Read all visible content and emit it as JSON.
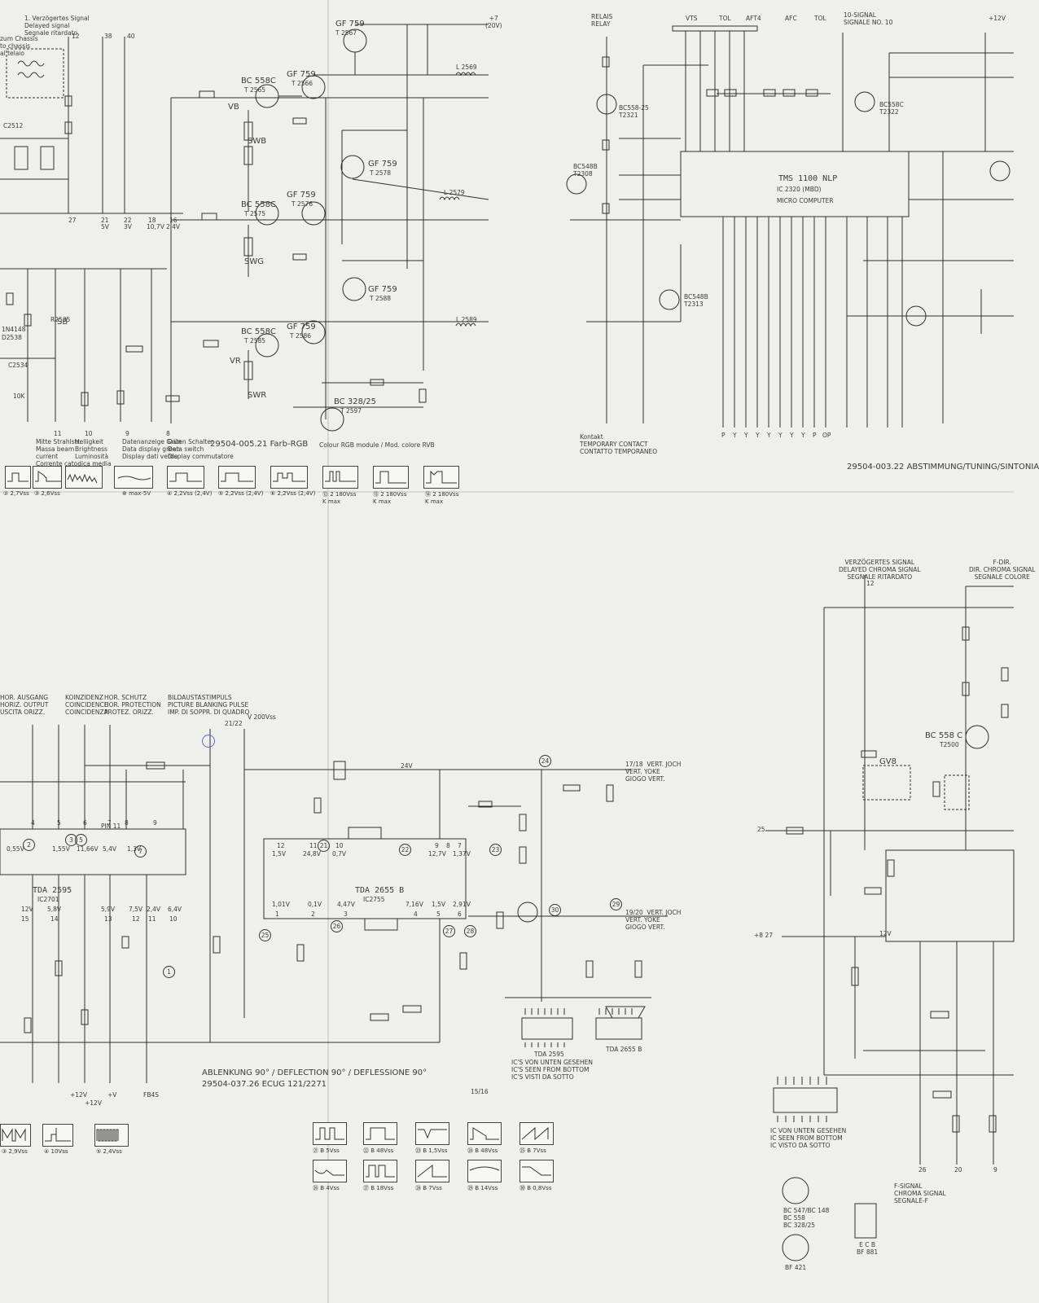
{
  "colors": {
    "paper": "#efefec",
    "ink": "#2a2a2a",
    "marker_ring": "#5a6fc4"
  },
  "top_left": {
    "delayed_signal": "1. Verzögertes Signal\nDelayed signal\nSegnale ritardato",
    "pins_top": [
      "12",
      "38",
      "40"
    ],
    "chassis_note": "zum Chassis\nto chassis\nal telaio",
    "pin_row": [
      "27",
      "21",
      "22",
      "18",
      "16"
    ],
    "pin_row_volts": [
      "",
      "5V",
      "3V",
      "10,7V",
      "2,4V"
    ],
    "left_refs": [
      "C2512",
      "R2535",
      "SB",
      "1N4148",
      "D2538",
      "C2534",
      "10K"
    ],
    "bottom_caps": [
      "Mitte Strahlstr.\nMassa beam\ncurrent\nCorrente catodica media",
      "Helligkeit\nBrightness\nLuminosità",
      "Datenanzeige Grün\nData display green\nDisplay dati verde",
      "Daten Schalter\nData switch\nDisplay commutatore"
    ],
    "pin_labels": [
      "11",
      "10",
      "9",
      "8"
    ],
    "transistors": [
      {
        "type": "GF 759",
        "ref": "T 2567"
      },
      {
        "type": "BC 558C",
        "ref": "T 2565"
      },
      {
        "type": "GF 759",
        "ref": "T 2566"
      },
      {
        "type": "GF 759",
        "ref": "T 2578"
      },
      {
        "type": "BC 558C",
        "ref": "T 2575"
      },
      {
        "type": "GF 759",
        "ref": "T 2576"
      },
      {
        "type": "GF 759",
        "ref": "T 2588"
      },
      {
        "type": "BC 558C",
        "ref": "T 2585"
      },
      {
        "type": "GF 759",
        "ref": "T 2586"
      },
      {
        "type": "BC 328/25",
        "ref": "T 2597"
      }
    ],
    "adjusters": [
      "VB",
      "SWB",
      "SWG",
      "VR",
      "SWR"
    ],
    "coils": [
      "L 2569",
      "L 2579",
      "L 2589"
    ],
    "supply": "+7\n(20V)",
    "title": "29504-005.21  Farb-RGB",
    "subtitle": "Colour RGB module / Mod. colore RVB",
    "scope_caps": [
      "② 2,7Vss",
      "③ 2,6Vss",
      "⊕ max-5V",
      "④ 2,2Vss (2,4V)",
      "⑤ 2,2Vss (2,4V)",
      "⑥ 2,2Vss (2,4V)",
      "⑫ 2 180Vss\nK max",
      "⑬ 2 180Vss\nK max",
      "⑭ 2 180Vss\nK max"
    ]
  },
  "top_right": {
    "ic": "TMS 1100 NLP",
    "ic_ref": "IC 2320 (MBD)",
    "ic_sub": "MICRO COMPUTER",
    "header_labels": [
      "RELAIS\nRELAY",
      "VTS",
      "TOL",
      "AFT4",
      "AFC",
      "TOL",
      "10-SIGNAL\nSIGNALE NO. 10",
      "+12V"
    ],
    "transistors": [
      "BC558-25\nT2321",
      "BC548B\nT2308",
      "BC558C\nT2322",
      "BC548B\nT2313"
    ],
    "bottom_pins": [
      "P",
      "Y",
      "Y",
      "Y",
      "Y",
      "Y",
      "Y",
      "Y",
      "P",
      "OP"
    ],
    "contact_note": "Kontakt\nTEMPORARY CONTACT\nCONTATTO TEMPORANEO",
    "title": "29504-003.22 ABSTIMMUNG/TUNING/SINTONIA"
  },
  "bottom_left": {
    "headers": [
      "HOR. AUSGANG\nHORIZ. OUTPUT\nUSCITA ORIZZ.",
      "KOINZIDENZ\nCOINCIDENCE\nCOINCIDENZA",
      "HOR. SCHUTZ\nHOR. PROTECTION\nPROTEZ. ORIZZ.",
      "BILDAUSTASTIMPULS\nPICTURE BLANKING PULSE\nIMP. DI SOPPR. DI QUADRO"
    ],
    "vsupply": "V 200Vss",
    "pin_21_22": "21/22",
    "ic1": "TDA 2595",
    "ic1_ref": "IC2701",
    "ic1_pins_top": [
      "4",
      "5",
      "6",
      "7",
      "8",
      "9"
    ],
    "ic1_pins_top_v": [
      "0,55V",
      "",
      "1,55V",
      "11,66V",
      "5,4V",
      "1,3V"
    ],
    "ic1_pins_bottom": [
      "15",
      "14",
      "13",
      "12",
      "11",
      "10"
    ],
    "ic1_pins_bottom_v": [
      "12V",
      "5,8V",
      "5,9V",
      "7,5V",
      "2,4V",
      "6,4V"
    ],
    "ic2": "TDA 2655 B",
    "ic2_ref": "IC2755",
    "ic2_pins_top": [
      "12",
      "11",
      "10",
      "9",
      "8",
      "7"
    ],
    "ic2_pins_top_v": [
      "1,5V",
      "24,8V",
      "0,7V",
      "12,7V",
      "",
      "1,37V"
    ],
    "ic2_pins_bottom": [
      "1",
      "2",
      "3",
      "4",
      "5",
      "6"
    ],
    "ic2_pins_bottom_v": [
      "1,01V",
      "0,1V",
      "4,47V",
      "7,16V",
      "1,5V",
      "2,91V"
    ],
    "supply_24v": "24V",
    "vert_top": "17/18  VERT. JOCH\nVERT. YOKE\nGIOGO VERT.",
    "vert_bottom": "19/20  VERT. JOCH\nVERT. YOKE\nGIOGO VERT.",
    "circled": [
      "24",
      "21",
      "22",
      "23",
      "25",
      "26",
      "27",
      "28",
      "29",
      "30",
      "1",
      "2",
      "3",
      "4",
      "5",
      "7"
    ],
    "pin_line": "PIN 11",
    "pins_bottom": [
      "+12V",
      "+V",
      "+12V",
      "FB4S"
    ],
    "title_line1": "ABLENKUNG 90° / DEFLECTION 90° / DEFLESSIONE 90°",
    "title_line2": "29504-037.26  ECUG 121/2271",
    "foot_pin": "15/16",
    "scope_caps_left": [
      "③ 2,9Vss",
      "④ 10Vss",
      "⑤ 2,4Vss"
    ],
    "scope_caps_mid": [
      "㉑ B 5Vss",
      "㉒ B 48Vss",
      "㉓ B 1,5Vss",
      "㉔ B 48Vss",
      "㉕ B 7Vss",
      "㉖ B 4Vss",
      "㉗ B 18Vss",
      "㉘ B 7Vss",
      "㉙ B 14Vss",
      "㉚ B 0,8Vss"
    ],
    "pkg_captions": [
      "TDA 2595",
      "TDA 2655 B"
    ],
    "pkg_note": "IC'S VON UNTEN GESEHEN\nIC'S SEEN FROM BOTTOM\nIC'S VISTI DA SOTTO"
  },
  "bottom_right": {
    "header_left": "VERZÖGERTES SIGNAL\nDELAYED CHROMA SIGNAL\nSEGNALE RITARDATO",
    "header_right": "F-DIR.\nDIR. CHROMA SIGNAL\nSEGNALE COLORE",
    "pin_12": "12",
    "transistor": "BC 558 C",
    "transistor_ref": "T2500",
    "gv": "GV8",
    "input_25": "25",
    "input_27": "+8  27",
    "supply_12v": "12V",
    "pins_bottom": [
      "26",
      "20",
      "9"
    ],
    "bottom_label": "F-SIGNAL\nCHROMA SIGNAL\nSEGNALE-F",
    "ic_note": "IC VON UNTEN GESEHEN\nIC SEEN FROM BOTTOM\nIC VISTO DA SOTTO",
    "transistor_pkg1": "BC 547/BC 148\nBC 558\nBC 328/25",
    "transistor_pkg2": "BF 421",
    "transistor_pkg3": "E C B\nBF 881"
  }
}
